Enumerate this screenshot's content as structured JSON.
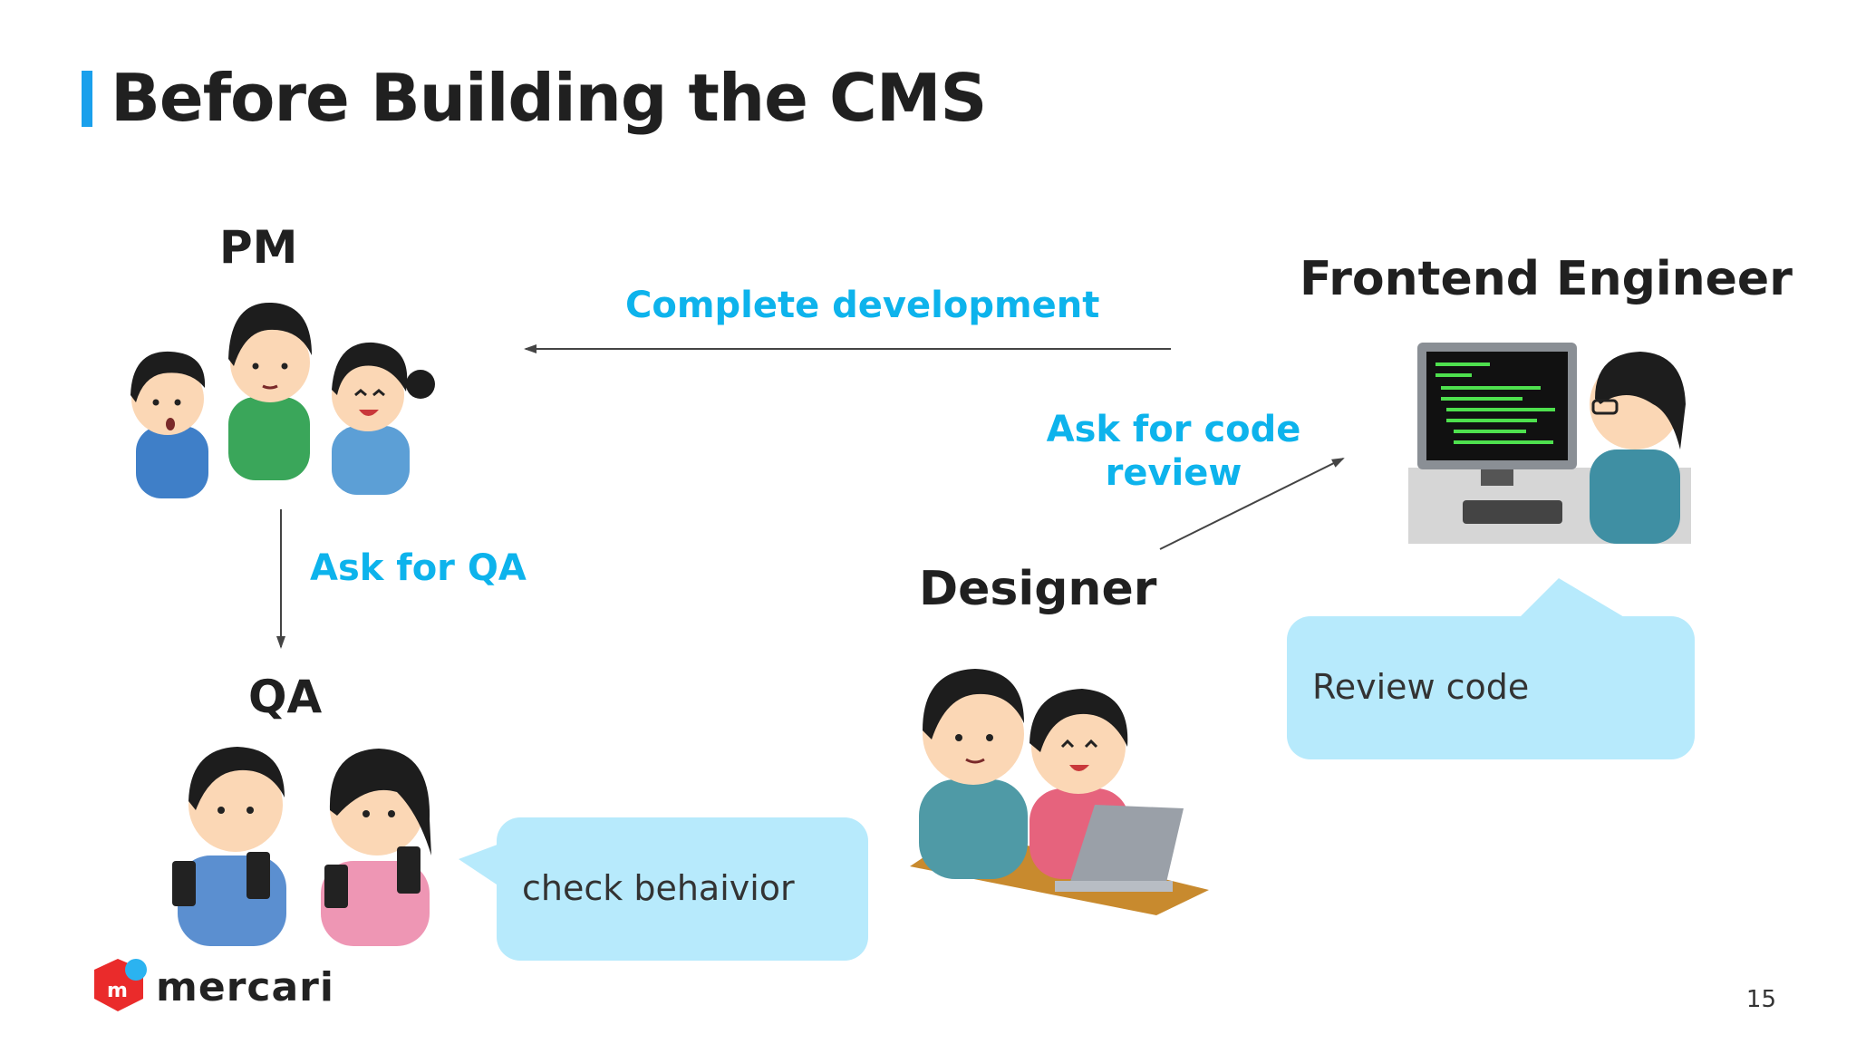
{
  "title": "Before Building the CMS",
  "roles": {
    "pm": "PM",
    "frontend": "Frontend Engineer",
    "qa": "QA",
    "designer": "Designer"
  },
  "actions": {
    "complete": "Complete development",
    "ask_review": "Ask for code review",
    "ask_qa": "Ask for QA"
  },
  "bubbles": {
    "review": "Review code",
    "check": "check behaivior"
  },
  "footer": {
    "brand": "mercari",
    "page": "15"
  },
  "colors": {
    "accent": "#1aa0ec",
    "action": "#0db3ec",
    "bubble": "#b7eafc"
  }
}
